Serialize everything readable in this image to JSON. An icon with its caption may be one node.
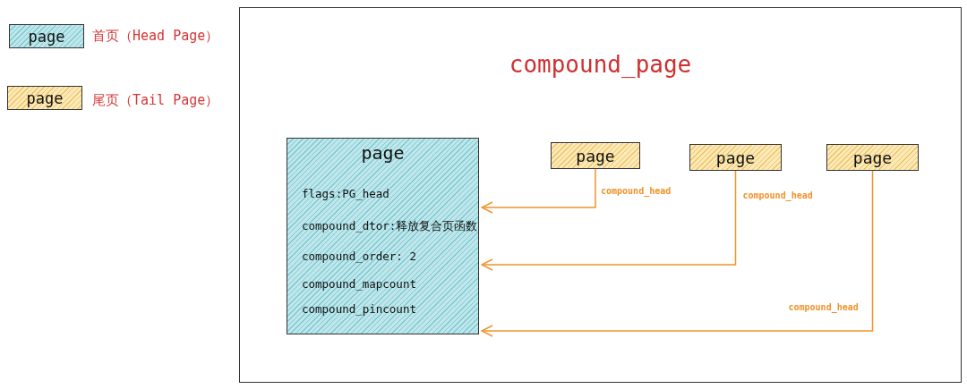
{
  "diagram": {
    "nodes": [
      {
        "text": [
          "page"
        ],
        "beside": [
          "首页（Head Page）"
        ]
      },
      {
        "text": [
          "page"
        ],
        "beside": [
          "尾页（Tail Page）"
        ]
      },
      {
        "text": [
          "compound_page"
        ]
      },
      {
        "text": [
          "page",
          "flags:PG_head",
          "compound_dtor:释放复合页函数",
          "compound_order: 2",
          "compound_mapcount",
          "compound_pincount"
        ],
        "in": 2
      },
      {
        "text": [
          "page"
        ],
        "in": 2
      },
      {
        "text": [
          "page"
        ],
        "in": 2
      },
      {
        "text": [
          "page"
        ],
        "in": 2
      }
    ],
    "edges": [
      {
        "from": 4,
        "to": 3,
        "arrow": "to",
        "label": "compound_head"
      },
      {
        "from": 5,
        "to": 3,
        "arrow": "to",
        "label": "compound_head"
      },
      {
        "from": 6,
        "to": 3,
        "arrow": "to",
        "label": "compound_head"
      }
    ]
  }
}
